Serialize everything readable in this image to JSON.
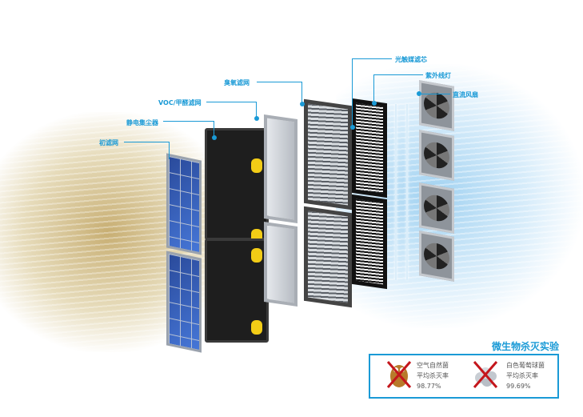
{
  "components": {
    "pre_filter": "初滤网",
    "electrostatic_collector": "静电集尘器",
    "voc_filter": "VOC/甲醛滤网",
    "ozone_filter": "臭氧滤网",
    "photocatalyst_filter": "光触媒滤芯",
    "uv_lamp": "紫外线灯",
    "dc_fan": "直流风扇"
  },
  "test": {
    "title": "微生物杀灭实验",
    "items": [
      {
        "name": "空气自然菌",
        "label": "平均杀灭率",
        "rate": "98.77%"
      },
      {
        "name": "白色葡萄球菌",
        "label": "平均杀灭率",
        "rate": "99.69%"
      }
    ]
  },
  "colors": {
    "accent": "#1a9ad6",
    "cross": "#c4161c"
  }
}
